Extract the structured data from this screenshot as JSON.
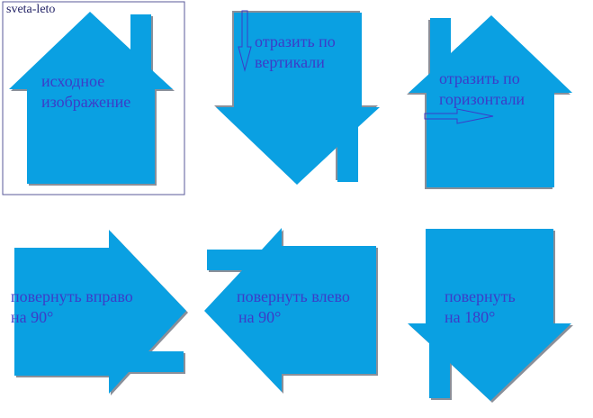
{
  "watermark": "sveta-leto",
  "colors": {
    "house": "#0aa0e2",
    "shadow": "#8a8f99",
    "text": "#3c3cc8",
    "frame": "#5a5a9a"
  },
  "panels": [
    {
      "id": "original",
      "lines": [
        "исходное",
        "изображение"
      ]
    },
    {
      "id": "flip-vertical",
      "lines": [
        "отразить по",
        "вертикали"
      ]
    },
    {
      "id": "flip-horizontal",
      "lines": [
        "отразить по",
        "горизонтали"
      ]
    },
    {
      "id": "rotate-right",
      "lines": [
        "повернуть вправо",
        "на 90°"
      ]
    },
    {
      "id": "rotate-left",
      "lines": [
        "повернуть влево",
        "на 90°"
      ]
    },
    {
      "id": "rotate-180",
      "lines": [
        "повернуть",
        "на 180°"
      ]
    }
  ]
}
